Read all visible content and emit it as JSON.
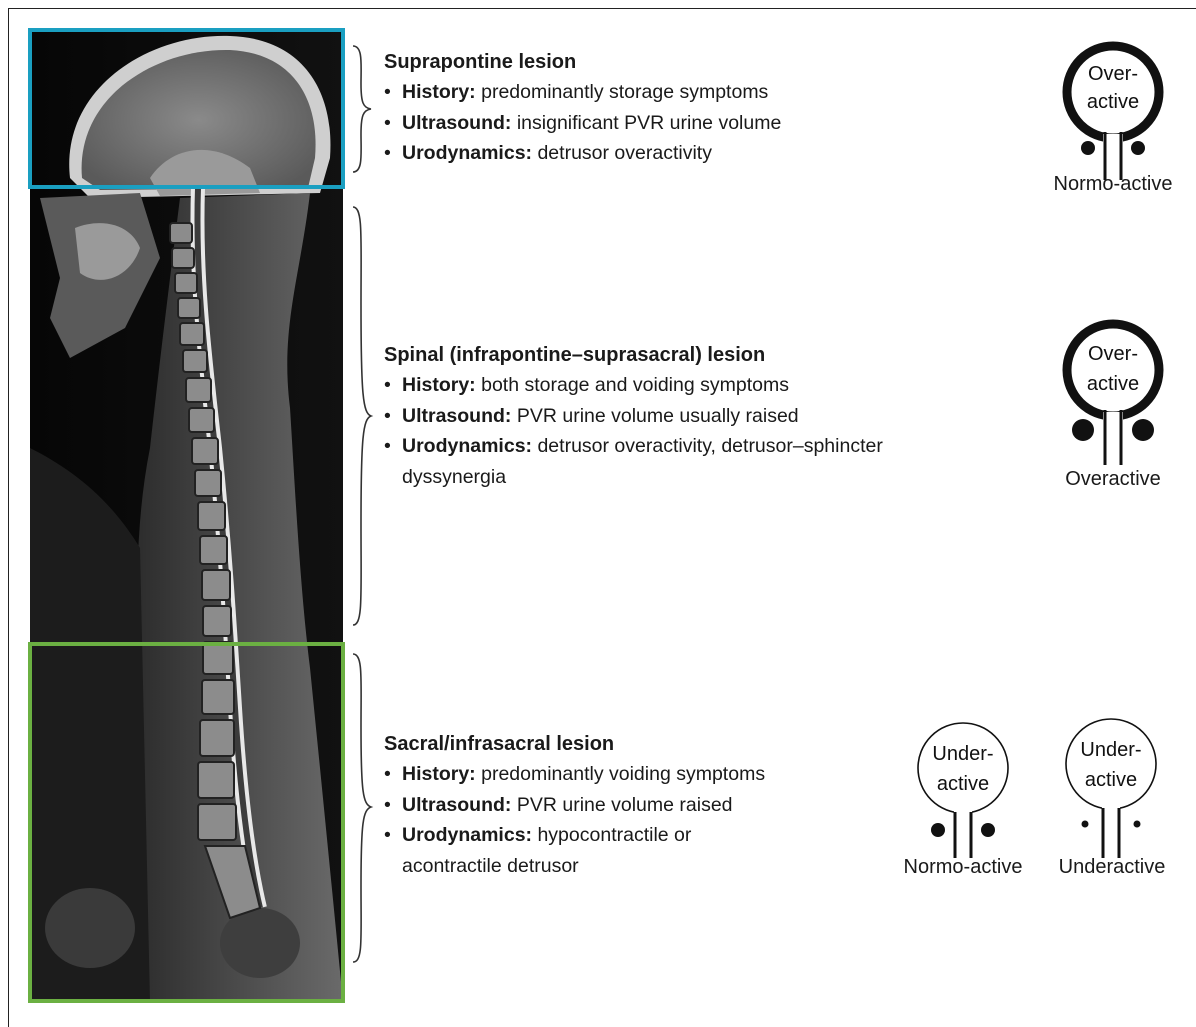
{
  "sections": [
    {
      "title": "Suprapontine lesion",
      "items": [
        {
          "key": "History:",
          "text": " predominantly storage symptoms"
        },
        {
          "key": "Ultrasound:",
          "text": " insignificant PVR urine volume"
        },
        {
          "key": "Urodynamics:",
          "text": " detrusor overactivity"
        }
      ]
    },
    {
      "title": "Spinal (infrapontine–suprasacral) lesion",
      "items": [
        {
          "key": "History:",
          "text": " both storage and voiding symptoms"
        },
        {
          "key": "Ultrasound:",
          "text": " PVR urine volume usually raised"
        },
        {
          "key": "Urodynamics:",
          "text": " detrusor overactivity, detrusor–sphincter dyssynergia"
        }
      ]
    },
    {
      "title": "Sacral/infrasacral lesion",
      "items": [
        {
          "key": "History:",
          "text": " predominantly voiding symptoms"
        },
        {
          "key": "Ultrasound:",
          "text": " PVR urine volume raised"
        },
        {
          "key": "Urodynamics:",
          "text": " hypocontractile or acontractile detrusor"
        }
      ]
    }
  ],
  "bladders": [
    {
      "detrusor_line1": "Over-",
      "detrusor_line2": "active",
      "sphincter_label": "Normo-active"
    },
    {
      "detrusor_line1": "Over-",
      "detrusor_line2": "active",
      "sphincter_label": "Overactive"
    },
    {
      "detrusor_line1": "Under-",
      "detrusor_line2": "active",
      "sphincter_label": "Normo-active"
    },
    {
      "detrusor_line1": "Under-",
      "detrusor_line2": "active",
      "sphincter_label": "Underactive"
    }
  ],
  "colors": {
    "suprapontine_box": "#1a9fc1",
    "sacral_box": "#6bb042"
  }
}
